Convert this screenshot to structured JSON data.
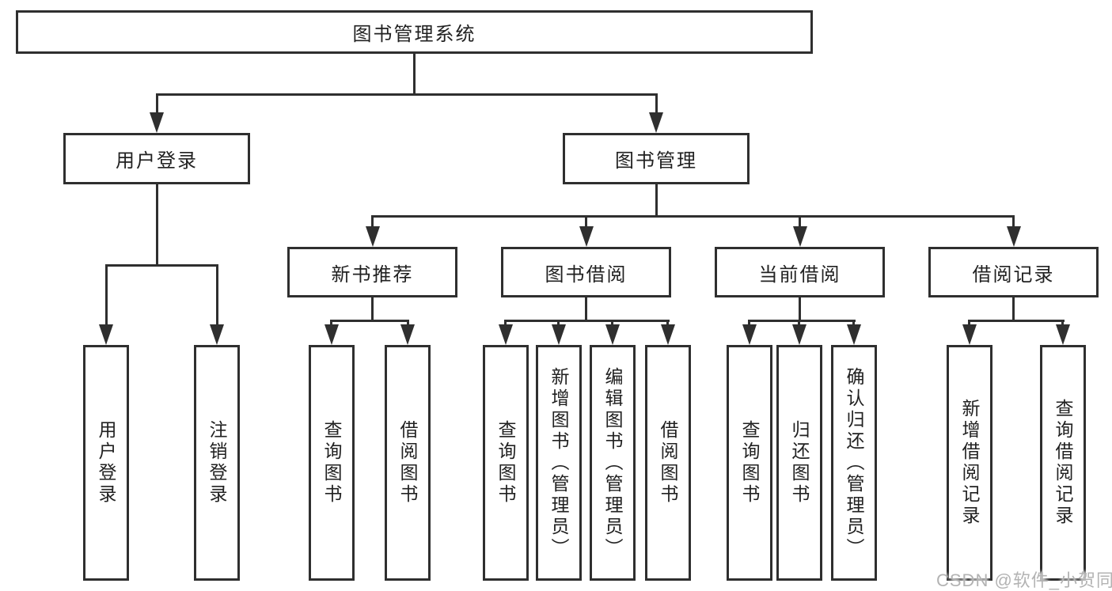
{
  "colors": {
    "line": "#2f2f2f",
    "text": "#212121",
    "watermark": "#b3b3b3",
    "background": "#ffffff"
  },
  "root": {
    "label": "图书管理系统"
  },
  "branches": [
    {
      "label": "用户登录",
      "children": [
        "用户登录",
        "注销登录"
      ]
    },
    {
      "label": "图书管理",
      "sections": [
        {
          "label": "新书推荐",
          "children": [
            "查询图书",
            "借阅图书"
          ]
        },
        {
          "label": "图书借阅",
          "children": [
            "查询图书",
            "新增图书（管理员）",
            "编辑图书（管理员）",
            "借阅图书"
          ]
        },
        {
          "label": "当前借阅",
          "children": [
            "查询图书",
            "归还图书",
            "确认归还（管理员）"
          ]
        },
        {
          "label": "借阅记录",
          "children": [
            "新增借阅记录",
            "查询借阅记录"
          ]
        }
      ]
    }
  ],
  "watermark": "CSDN @软件_小贺同学"
}
